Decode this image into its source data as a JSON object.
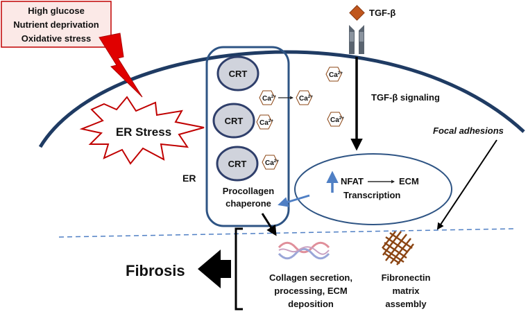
{
  "stress_box": {
    "lines": [
      "High glucose",
      "Nutrient deprivation",
      "Oxidative stress"
    ]
  },
  "er_stress_label": "ER Stress",
  "tgf": {
    "ligand": "TGF-β",
    "signaling": "TGF-β signaling"
  },
  "er": {
    "label": "ER",
    "crt_labels": [
      "CRT",
      "CRT",
      "CRT"
    ],
    "chaperone_lines": [
      "Procollagen",
      "chaperone"
    ]
  },
  "calcium": {
    "base": "Ca",
    "sup": "2+"
  },
  "nucleus": {
    "nfat": "NFAT",
    "ecm": "ECM",
    "transcription": "Transcription"
  },
  "focal_adhesions": "Focal adhesions",
  "fibrosis": "Fibrosis",
  "collagen_lines": [
    "Collagen secretion,",
    "processing, ECM",
    "deposition"
  ],
  "fibronectin_lines": [
    "Fibronectin",
    "matrix",
    "assembly"
  ],
  "colors": {
    "membrane": "#1f3b63",
    "er_border": "#2e5484",
    "crt_fill": "#d0d3dc",
    "crt_stroke": "#2f3f6b",
    "stress_red": "#c00000",
    "stress_box_fill": "#fbe9e7",
    "hexagon_stroke": "#8b4513",
    "tgf_ligand": "#c0561d",
    "receptor": "#5a6470",
    "blue_arrow": "#4f7fc4",
    "nucleus_stroke": "#2e5484"
  }
}
